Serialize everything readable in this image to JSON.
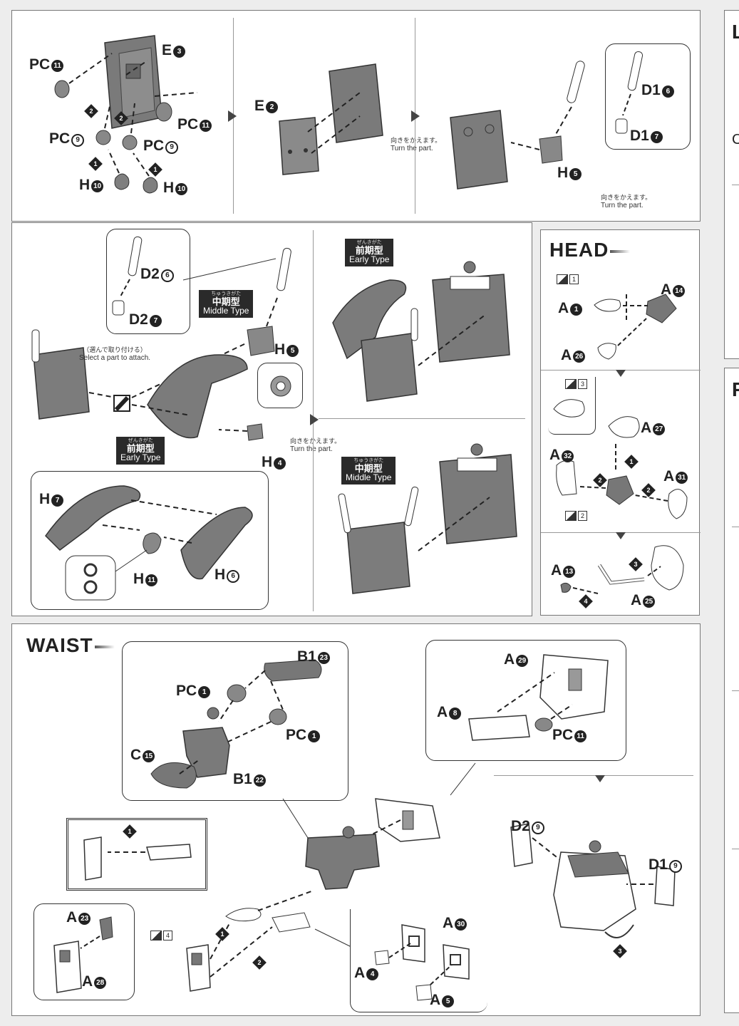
{
  "page": {
    "background": "#ededed",
    "ink": "#222222"
  },
  "top_row": {
    "step1": {
      "labels": {
        "pc11_a": "PC",
        "pc11_a_n": "11",
        "e3": "E",
        "e3_n": "3",
        "pc11_b": "PC",
        "pc11_b_n": "11",
        "pc9_a": "PC",
        "pc9_a_n": "9",
        "pc9_b": "PC",
        "pc9_b_n": "9",
        "h10_a": "H",
        "h10_a_n": "10",
        "h10_b": "H",
        "h10_b_n": "10"
      },
      "steps": [
        "1",
        "2",
        "2",
        "1"
      ]
    },
    "step2": {
      "labels": {
        "e2": "E",
        "e2_n": "2"
      },
      "note_jp": "向きをかえます。",
      "note_en": "Turn the part."
    },
    "step3": {
      "labels": {
        "d16": "D1",
        "d16_n": "6",
        "d17": "D1",
        "d17_n": "7",
        "h5": "H",
        "h5_n": "5"
      },
      "note_jp": "向きをかえます。",
      "note_en": "Turn the part."
    }
  },
  "middle_row": {
    "arms": {
      "labels": {
        "d26": "D2",
        "d26_n": "6",
        "d27": "D2",
        "d27_n": "7",
        "h5": "H",
        "h5_n": "5",
        "h4": "H",
        "h4_n": "4",
        "h7": "H",
        "h7_n": "7",
        "h11": "H",
        "h11_n": "11",
        "h6": "H",
        "h6_n": "6"
      },
      "select_jp": "（選んで取り付ける）",
      "select_en": "Select a part to attach.",
      "note_jp": "向きをかえます。",
      "note_en": "Turn the part.",
      "middle_type": {
        "ruby": "ちゅうきがた",
        "jp": "中期型",
        "en": "Middle Type"
      },
      "early_type": {
        "ruby": "ぜんきがた",
        "jp": "前期型",
        "en": "Early Type"
      }
    },
    "results": {
      "early_type": {
        "ruby": "ぜんきがた",
        "jp": "前期型",
        "en": "Early Type"
      },
      "middle_type": {
        "ruby": "ちゅうきがた",
        "jp": "中期型",
        "en": "Middle Type"
      }
    }
  },
  "head": {
    "title": "HEAD",
    "stickers": [
      "1",
      "3",
      "2"
    ],
    "labels": {
      "a1": "A",
      "a1_n": "1",
      "a14": "A",
      "a14_n": "14",
      "a26": "A",
      "a26_n": "26",
      "a27": "A",
      "a27_n": "27",
      "a32": "A",
      "a32_n": "32",
      "a31": "A",
      "a31_n": "31",
      "a13": "A",
      "a13_n": "13",
      "a25": "A",
      "a25_n": "25"
    },
    "steps": [
      "1",
      "2",
      "2",
      "3",
      "4"
    ]
  },
  "waist": {
    "title": "WAIST",
    "labels": {
      "b123": "B1",
      "b123_n": "23",
      "pc1_a": "PC",
      "pc1_a_n": "1",
      "pc1_b": "PC",
      "pc1_b_n": "1",
      "c15": "C",
      "c15_n": "15",
      "b122": "B1",
      "b122_n": "22",
      "a29": "A",
      "a29_n": "29",
      "a8": "A",
      "a8_n": "8",
      "pc11": "PC",
      "pc11_n": "11",
      "d29": "D2",
      "d29_n": "9",
      "d19": "D1",
      "d19_n": "9",
      "a23": "A",
      "a23_n": "23",
      "a28": "A",
      "a28_n": "28",
      "a30": "A",
      "a30_n": "30",
      "a4": "A",
      "a4_n": "4",
      "a5": "A",
      "a5_n": "5"
    },
    "stickers": [
      "4"
    ],
    "steps": [
      "1",
      "1",
      "2",
      "3"
    ]
  },
  "side_fragments": {
    "upper_letter": "L",
    "upper_sub": "C",
    "lower_letter": "F"
  }
}
